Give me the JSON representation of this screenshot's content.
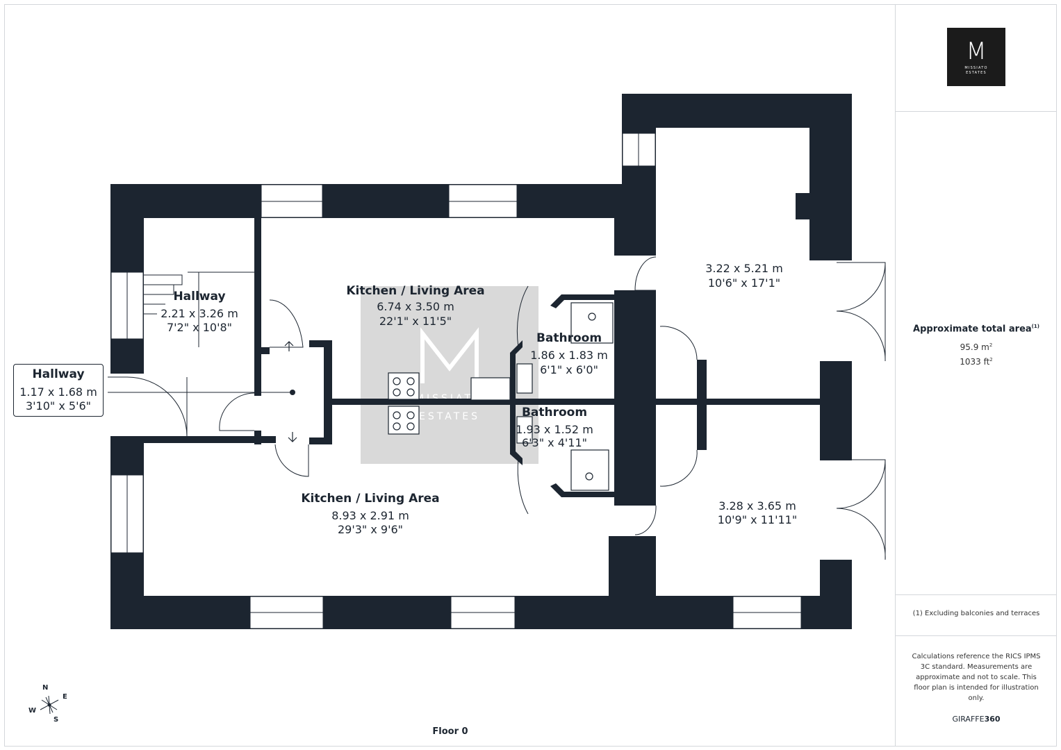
{
  "brand": {
    "logo_letter": "M",
    "logo_line1": "MISSIATO",
    "logo_line2": "ESTATES",
    "watermark_line1": "MISSIATO",
    "watermark_line2": "ESTATES",
    "software_prefix": "GIRAFFE",
    "software_suffix": "360"
  },
  "summary": {
    "title": "Approximate total area",
    "title_note": "(1)",
    "area_m2": "95.9 m",
    "area_ft2": "1033 ft",
    "unit_sup": "2",
    "footnote": "(1) Excluding balconies and terraces",
    "disclaimer": "Calculations reference the RICS IPMS 3C standard. Measurements are approximate and not to scale. This floor plan is intended for illustration only."
  },
  "floor": {
    "label": "Floor 0"
  },
  "rooms": {
    "hallway_upper": {
      "name": "Hallway",
      "metric": "2.21 x 3.26 m",
      "imperial": "7'2\" x 10'8\""
    },
    "hallway_entry": {
      "name": "Hallway",
      "metric": "1.17 x 1.68 m",
      "imperial": "3'10\" x 5'6\""
    },
    "kitchen_upper": {
      "name": "Kitchen / Living Area",
      "metric": "6.74 x 3.50 m",
      "imperial": "22'1\" x 11'5\""
    },
    "kitchen_lower": {
      "name": "Kitchen / Living Area",
      "metric": "8.93 x 2.91 m",
      "imperial": "29'3\" x 9'6\""
    },
    "bathroom_upper": {
      "name": "Bathroom",
      "metric": "1.86 x 1.83 m",
      "imperial": "6'1\" x 6'0\""
    },
    "bathroom_lower": {
      "name": "Bathroom",
      "metric": "1.93 x 1.52 m",
      "imperial": "6'3\" x 4'11\""
    },
    "room_upper_right": {
      "metric": "3.22 x 5.21 m",
      "imperial": "10'6\" x 17'1\""
    },
    "room_lower_right": {
      "metric": "3.28 x 3.65 m",
      "imperial": "10'9\" x 11'11\""
    }
  },
  "compass": {
    "n": "N",
    "e": "E",
    "s": "S",
    "w": "W"
  },
  "colors": {
    "wall": "#1c2530",
    "watermark": "#d9d9d9",
    "border": "#d4d7db"
  }
}
